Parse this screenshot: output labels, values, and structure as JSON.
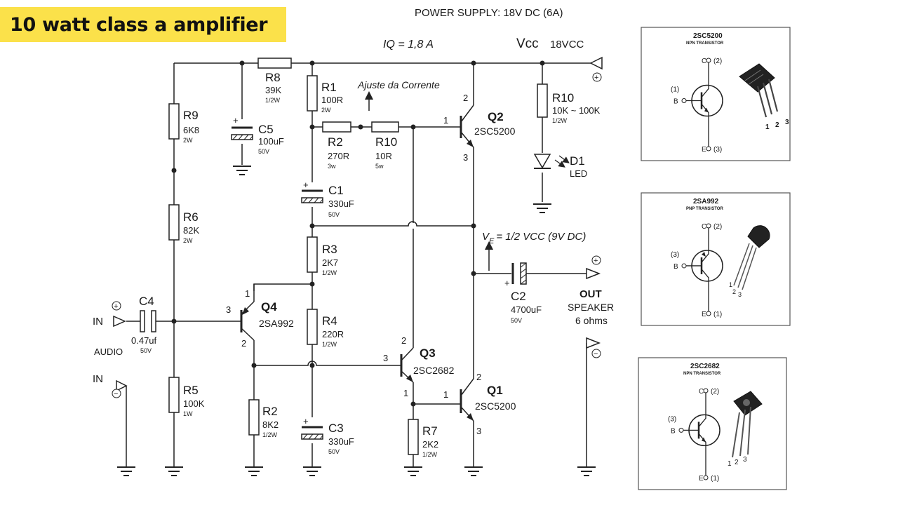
{
  "title": "10 watt class a amplifier",
  "power_supply": "POWER SUPPLY: 18V DC (6A)",
  "iq": "IQ = 1,8 A",
  "vcc": "Vcc",
  "vcc_value": "18VCC",
  "ajuste": "Ajuste da Corrente",
  "ve": {
    "v": "V",
    "sub": "E",
    "rest": "= 1/2 VCC (9V DC)"
  },
  "plus": "+",
  "minus": "−",
  "components": {
    "r8": {
      "name": "R8",
      "value": "39K",
      "rating": "1/2W"
    },
    "r1": {
      "name": "R1",
      "value": "100R",
      "rating": "2W"
    },
    "r9": {
      "name": "R9",
      "value": "6K8",
      "rating": "2W"
    },
    "c5": {
      "name": "C5",
      "value": "100uF",
      "rating": "50V"
    },
    "r2a": {
      "name": "R2",
      "value": "270R",
      "rating": "3w"
    },
    "r10a": {
      "name": "R10",
      "value": "10R",
      "rating": "5w"
    },
    "r10b": {
      "name": "R10",
      "value": "10K ~ 100K",
      "rating": "1/2W"
    },
    "d1": {
      "name": "D1",
      "value": "LED"
    },
    "c1": {
      "name": "C1",
      "value": "330uF",
      "rating": "50V"
    },
    "r6": {
      "name": "R6",
      "value": "82K",
      "rating": "2W"
    },
    "r3": {
      "name": "R3",
      "value": "2K7",
      "rating": "1/2W"
    },
    "c2": {
      "name": "C2",
      "value": "4700uF",
      "rating": "50V"
    },
    "r4": {
      "name": "R4",
      "value": "220R",
      "rating": "1/2W"
    },
    "c4": {
      "name": "C4",
      "value": "0.47uf",
      "rating": "50V"
    },
    "r5": {
      "name": "R5",
      "value": "100K",
      "rating": "1W"
    },
    "r2b": {
      "name": "R2",
      "value": "8K2",
      "rating": "1/2W"
    },
    "c3": {
      "name": "C3",
      "value": "330uF",
      "rating": "50V"
    },
    "r7": {
      "name": "R7",
      "value": "2K2",
      "rating": "1/2W"
    },
    "q1": {
      "name": "Q1",
      "part": "2SC5200"
    },
    "q2": {
      "name": "Q2",
      "part": "2SC5200"
    },
    "q3": {
      "name": "Q3",
      "part": "2SC2682"
    },
    "q4": {
      "name": "Q4",
      "part": "2SA992"
    }
  },
  "pins": {
    "p1": "1",
    "p2": "2",
    "p3": "3"
  },
  "in_label": "IN",
  "audio_label": "AUDIO",
  "out": {
    "label": "OUT",
    "speaker": "SPEAKER",
    "ohms": "6 ohms"
  },
  "pinouts": [
    {
      "part": "2SC5200",
      "type": "NPN TRANSISTOR",
      "c": "C",
      "c_pin": "(2)",
      "b": "B",
      "b_pin": "(1)",
      "e": "E",
      "e_pin": "(3)",
      "legs": [
        "1",
        "2",
        "3"
      ]
    },
    {
      "part": "2SA992",
      "type": "PNP TRANSISTOR",
      "c": "C",
      "c_pin": "(2)",
      "b": "B",
      "b_pin": "(3)",
      "e": "E",
      "e_pin": "(1)",
      "legs": [
        "1",
        "2",
        "3"
      ]
    },
    {
      "part": "2SC2682",
      "type": "NPN TRANSISTOR",
      "c": "C",
      "c_pin": "(2)",
      "b": "B",
      "b_pin": "(3)",
      "e": "E",
      "e_pin": "(1)",
      "legs": [
        "1",
        "2",
        "3"
      ]
    }
  ]
}
